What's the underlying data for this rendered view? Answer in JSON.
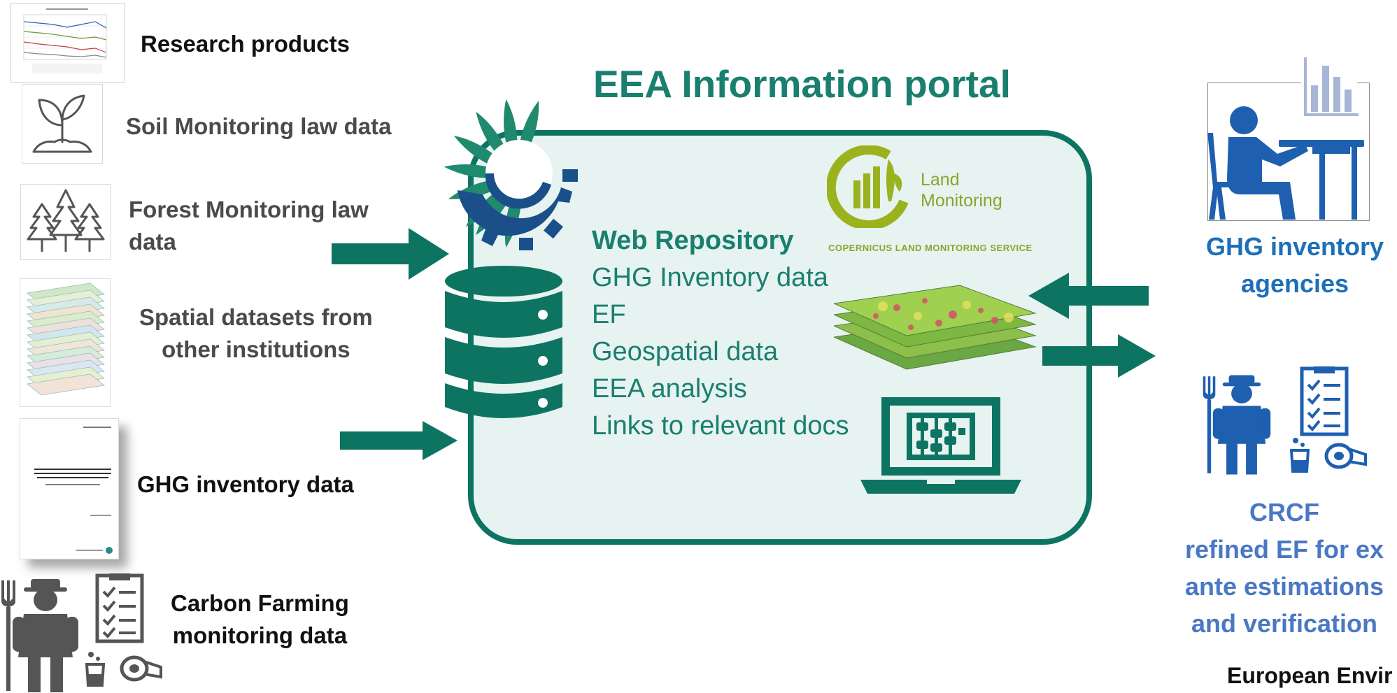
{
  "portal": {
    "title": "EEA Information portal"
  },
  "sources": [
    {
      "label": "Research products"
    },
    {
      "label": "Soil Monitoring law data"
    },
    {
      "label_line1": "Forest Monitoring law",
      "label_line2": "data"
    },
    {
      "label_line1": "Spatial datasets from",
      "label_line2": "other institutions"
    },
    {
      "label": "GHG inventory data"
    },
    {
      "label_line1": "Carbon Farming",
      "label_line2": "monitoring data"
    }
  ],
  "repository": {
    "heading": "Web Repository",
    "items": [
      "GHG Inventory data",
      "EF",
      "Geospatial data",
      "EEA analysis",
      "Links to relevant docs"
    ]
  },
  "land_monitoring": {
    "line1": "Land",
    "line2": "Monitoring",
    "service": "COPERNICUS LAND MONITORING SERVICE"
  },
  "users": {
    "ghg_agencies_line1": "GHG inventory",
    "ghg_agencies_line2": "agencies",
    "crcf_line1": "CRCF",
    "crcf_line2": "refined EF for ex",
    "crcf_line3": "ante estimations",
    "crcf_line4": "and verification"
  },
  "footer": "European Envir",
  "colors": {
    "teal": "#0e7462",
    "teal_text": "#1a7f6e",
    "box_fill": "#e6f3f1",
    "blue": "#1e6fb8",
    "icon_grey": "#555555"
  },
  "icons": [
    "chart-thumbnail",
    "sprout-icon",
    "trees-icon",
    "map-layers-thumbnail",
    "report-thumbnail",
    "farmer-icon",
    "checklist-icon",
    "beaker-icon",
    "tape-measure-icon",
    "eea-sun-logo",
    "database-icon",
    "land-monitoring-logo",
    "geo-layers-icon",
    "laptop-abacus-icon",
    "person-desk-icon",
    "bar-chart-icon"
  ]
}
